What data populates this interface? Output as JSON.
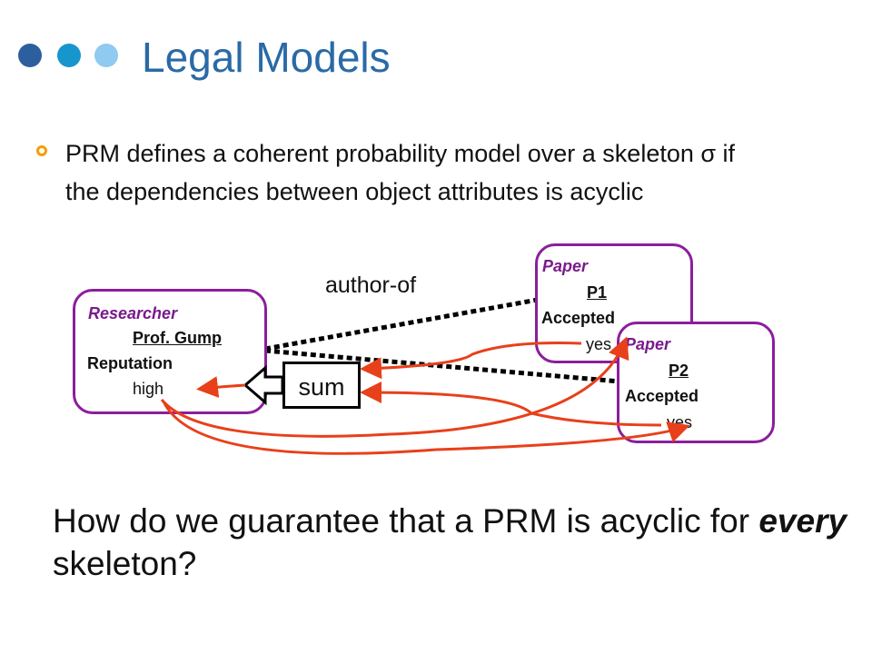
{
  "slide": {
    "title": "Legal Models",
    "bullet": "PRM defines a coherent probability model over a skeleton σ if the dependencies between object attributes is acyclic",
    "question_part1": "How do we guarantee that a PRM is acyclic for ",
    "question_emph": "every",
    "question_part2": " skeleton?"
  },
  "colors": {
    "title": "#2a6aa6",
    "box_border": "#8b1e9c",
    "arrow": "#e8401a",
    "bullet": "#f2a000",
    "dots": [
      "#2c5f9e",
      "#1696cc",
      "#8fcaf0"
    ]
  },
  "diagram": {
    "relation_label": "author-of",
    "aggregate_label": "sum",
    "researcher": {
      "class": "Researcher",
      "name": "Prof. Gump",
      "attribute": "Reputation",
      "value": "high"
    },
    "paper1": {
      "class": "Paper",
      "name": "P1",
      "attribute": "Accepted",
      "value": "yes"
    },
    "paper2": {
      "class": "Paper",
      "name": "P2",
      "attribute": "Accepted",
      "value": "yes"
    }
  }
}
